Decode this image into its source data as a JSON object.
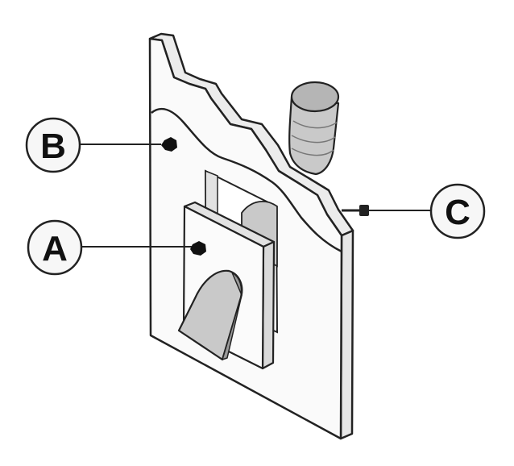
{
  "callouts": {
    "a": {
      "label": "A"
    },
    "b": {
      "label": "B"
    },
    "c": {
      "label": "C"
    }
  },
  "colors": {
    "stroke": "#222222",
    "panel_fill": "#fafafa",
    "edge_fill": "#e6e6e6",
    "duct_fill": "#c9c9c9",
    "duct_dark": "#9a9a9a",
    "label_circle_fill": "#f7f7f7"
  }
}
